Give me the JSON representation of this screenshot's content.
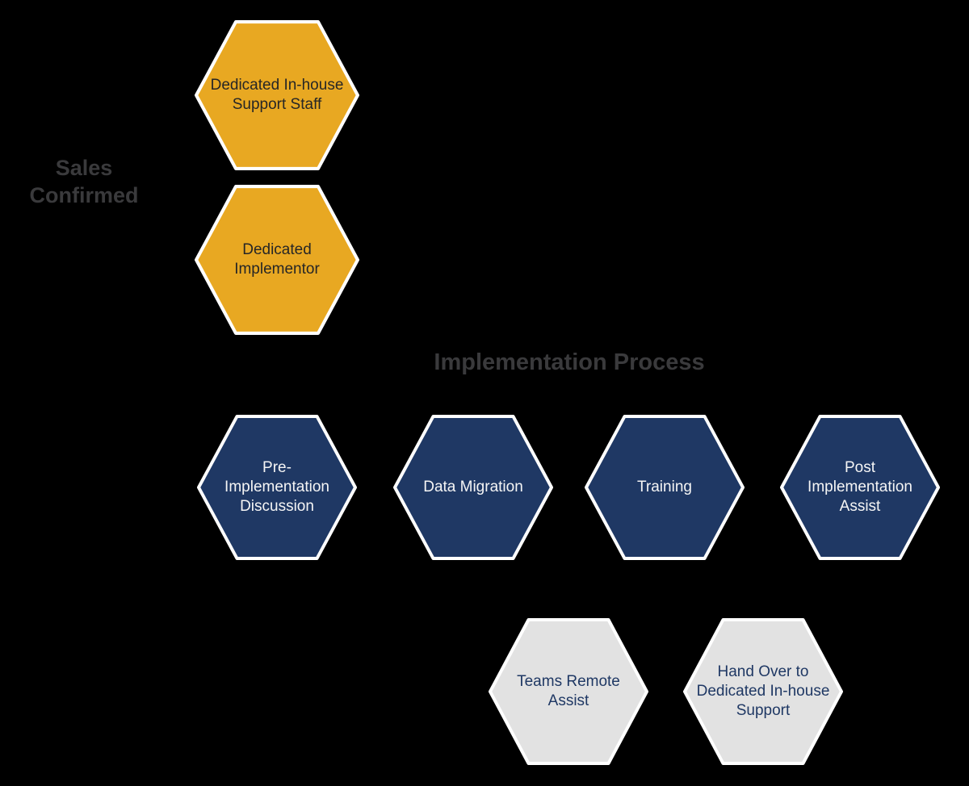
{
  "palette": {
    "background": "#000000",
    "gold": "#E8A822",
    "navy": "#1F3864",
    "gray": "#E2E2E2",
    "border": "#FFFFFF",
    "text-dark": "#262626",
    "text-light": "#F5F5F5",
    "text-navy": "#1F3864",
    "heading": "#3A3A3C"
  },
  "labels": {
    "sales_confirmed": "Sales Confirmed",
    "process_title": "Implementation Process"
  },
  "hexagons": [
    {
      "label": "Dedicated In-house Support Staff",
      "color": "gold",
      "group": "sales-confirmed"
    },
    {
      "label": "Dedicated Implementor",
      "color": "gold",
      "group": "sales-confirmed"
    },
    {
      "label": "Pre-Implementation Discussion",
      "color": "navy",
      "group": "implementation-process"
    },
    {
      "label": "Data Migration",
      "color": "navy",
      "group": "implementation-process"
    },
    {
      "label": "Training",
      "color": "navy",
      "group": "implementation-process"
    },
    {
      "label": "Post Implementation Assist",
      "color": "navy",
      "group": "implementation-process"
    },
    {
      "label": "Teams Remote Assist",
      "color": "gray",
      "group": "hand-over"
    },
    {
      "label": "Hand Over to Dedicated In-house Support",
      "color": "gray",
      "group": "hand-over"
    }
  ]
}
